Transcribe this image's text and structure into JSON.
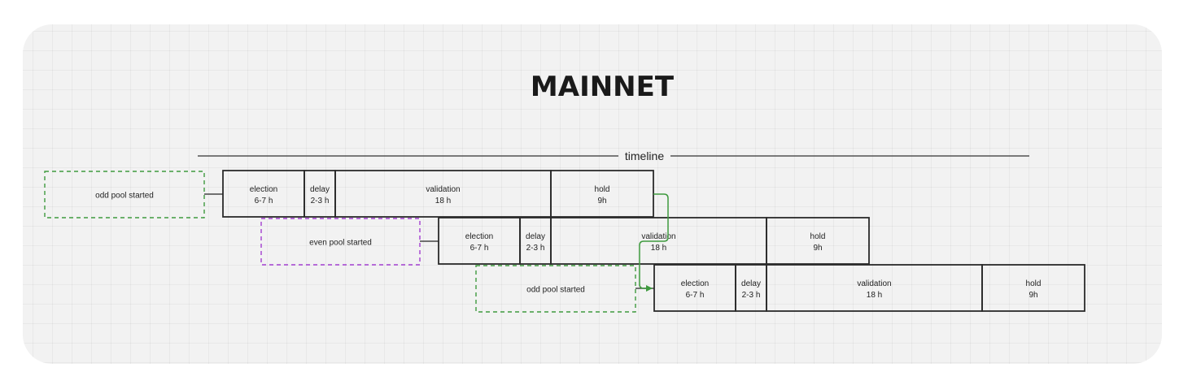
{
  "title": "MAINNET",
  "timeline_label": "timeline",
  "colors": {
    "odd_pool": "#3e9a3e",
    "even_pool": "#a23fd0",
    "stroke": "#2a2a2a",
    "connector": "#3e9a3e"
  },
  "pools": [
    {
      "label": "odd pool started",
      "kind": "odd",
      "phases": [
        {
          "name": "election",
          "duration": "6-7 h"
        },
        {
          "name": "delay",
          "duration": "2-3 h"
        },
        {
          "name": "validation",
          "duration": "18 h"
        },
        {
          "name": "hold",
          "duration": "9h"
        }
      ]
    },
    {
      "label": "even pool started",
      "kind": "even",
      "phases": [
        {
          "name": "election",
          "duration": "6-7 h"
        },
        {
          "name": "delay",
          "duration": "2-3 h"
        },
        {
          "name": "validation",
          "duration": "18 h"
        },
        {
          "name": "hold",
          "duration": "9h"
        }
      ]
    },
    {
      "label": "odd pool started",
      "kind": "odd",
      "phases": [
        {
          "name": "election",
          "duration": "6-7 h"
        },
        {
          "name": "delay",
          "duration": "2-3 h"
        },
        {
          "name": "validation",
          "duration": "18 h"
        },
        {
          "name": "hold",
          "duration": "9h"
        }
      ]
    }
  ]
}
